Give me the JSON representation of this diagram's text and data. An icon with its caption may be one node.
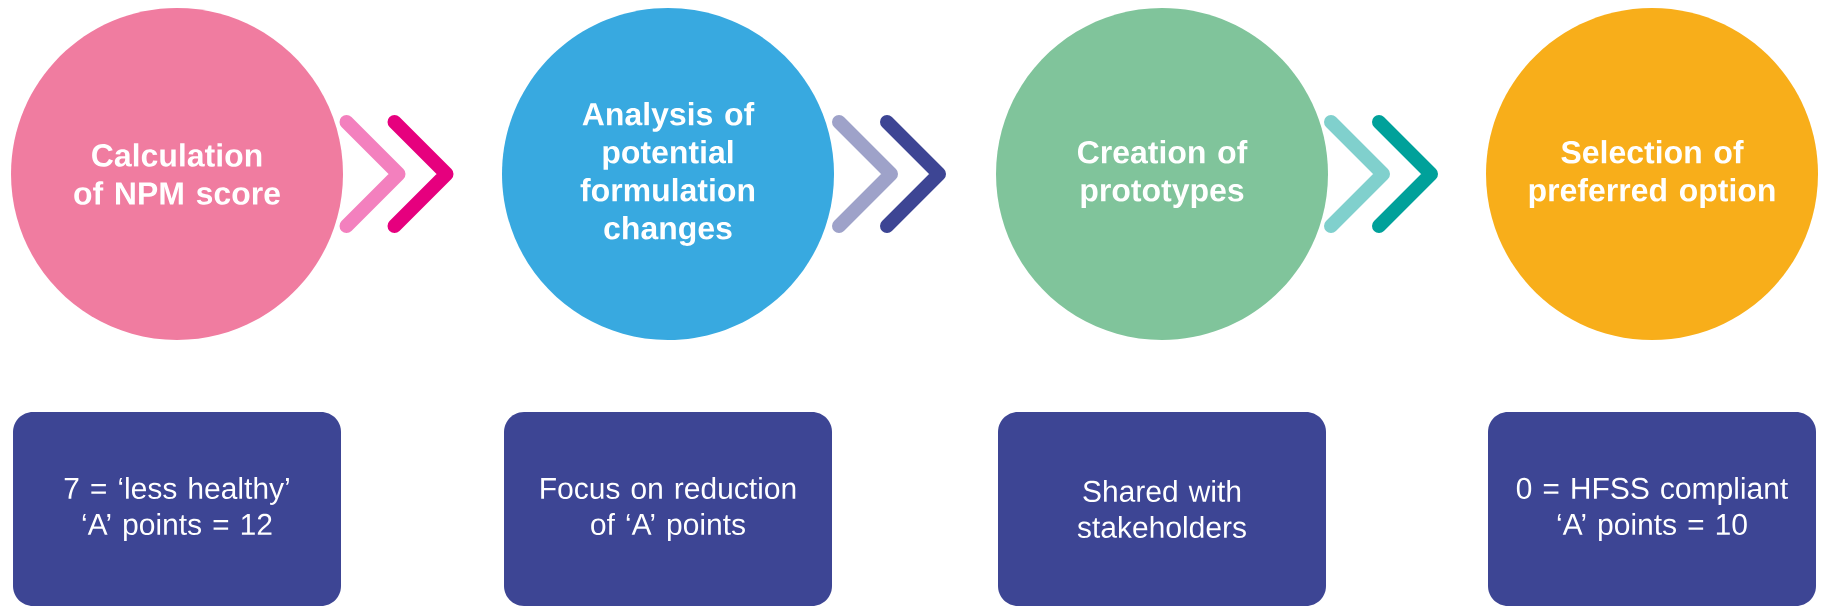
{
  "diagram": {
    "nodes": [
      {
        "text": [
          "Calculation of NPM score"
        ]
      },
      {
        "text": [
          "Analysis of potential formulation changes"
        ]
      },
      {
        "text": [
          "Creation of prototypes"
        ]
      },
      {
        "text": [
          "Selection of preferred option"
        ]
      },
      {
        "text": [
          "7 = ‘less healthy’ ‘A’ points = 12"
        ]
      },
      {
        "text": [
          "Focus on reduction of ‘A’ points"
        ]
      },
      {
        "text": [
          "Shared with stakeholders"
        ]
      },
      {
        "text": [
          "0 = HFSS compliant ‘A’ points = 10"
        ]
      }
    ],
    "edges": [
      {
        "from": 0,
        "to": 1,
        "arrow": "to",
        "color": "#e6007e"
      },
      {
        "from": 1,
        "to": 2,
        "arrow": "to",
        "color": "#3d4594"
      },
      {
        "from": 2,
        "to": 3,
        "arrow": "to",
        "color": "#00a19a"
      }
    ]
  }
}
